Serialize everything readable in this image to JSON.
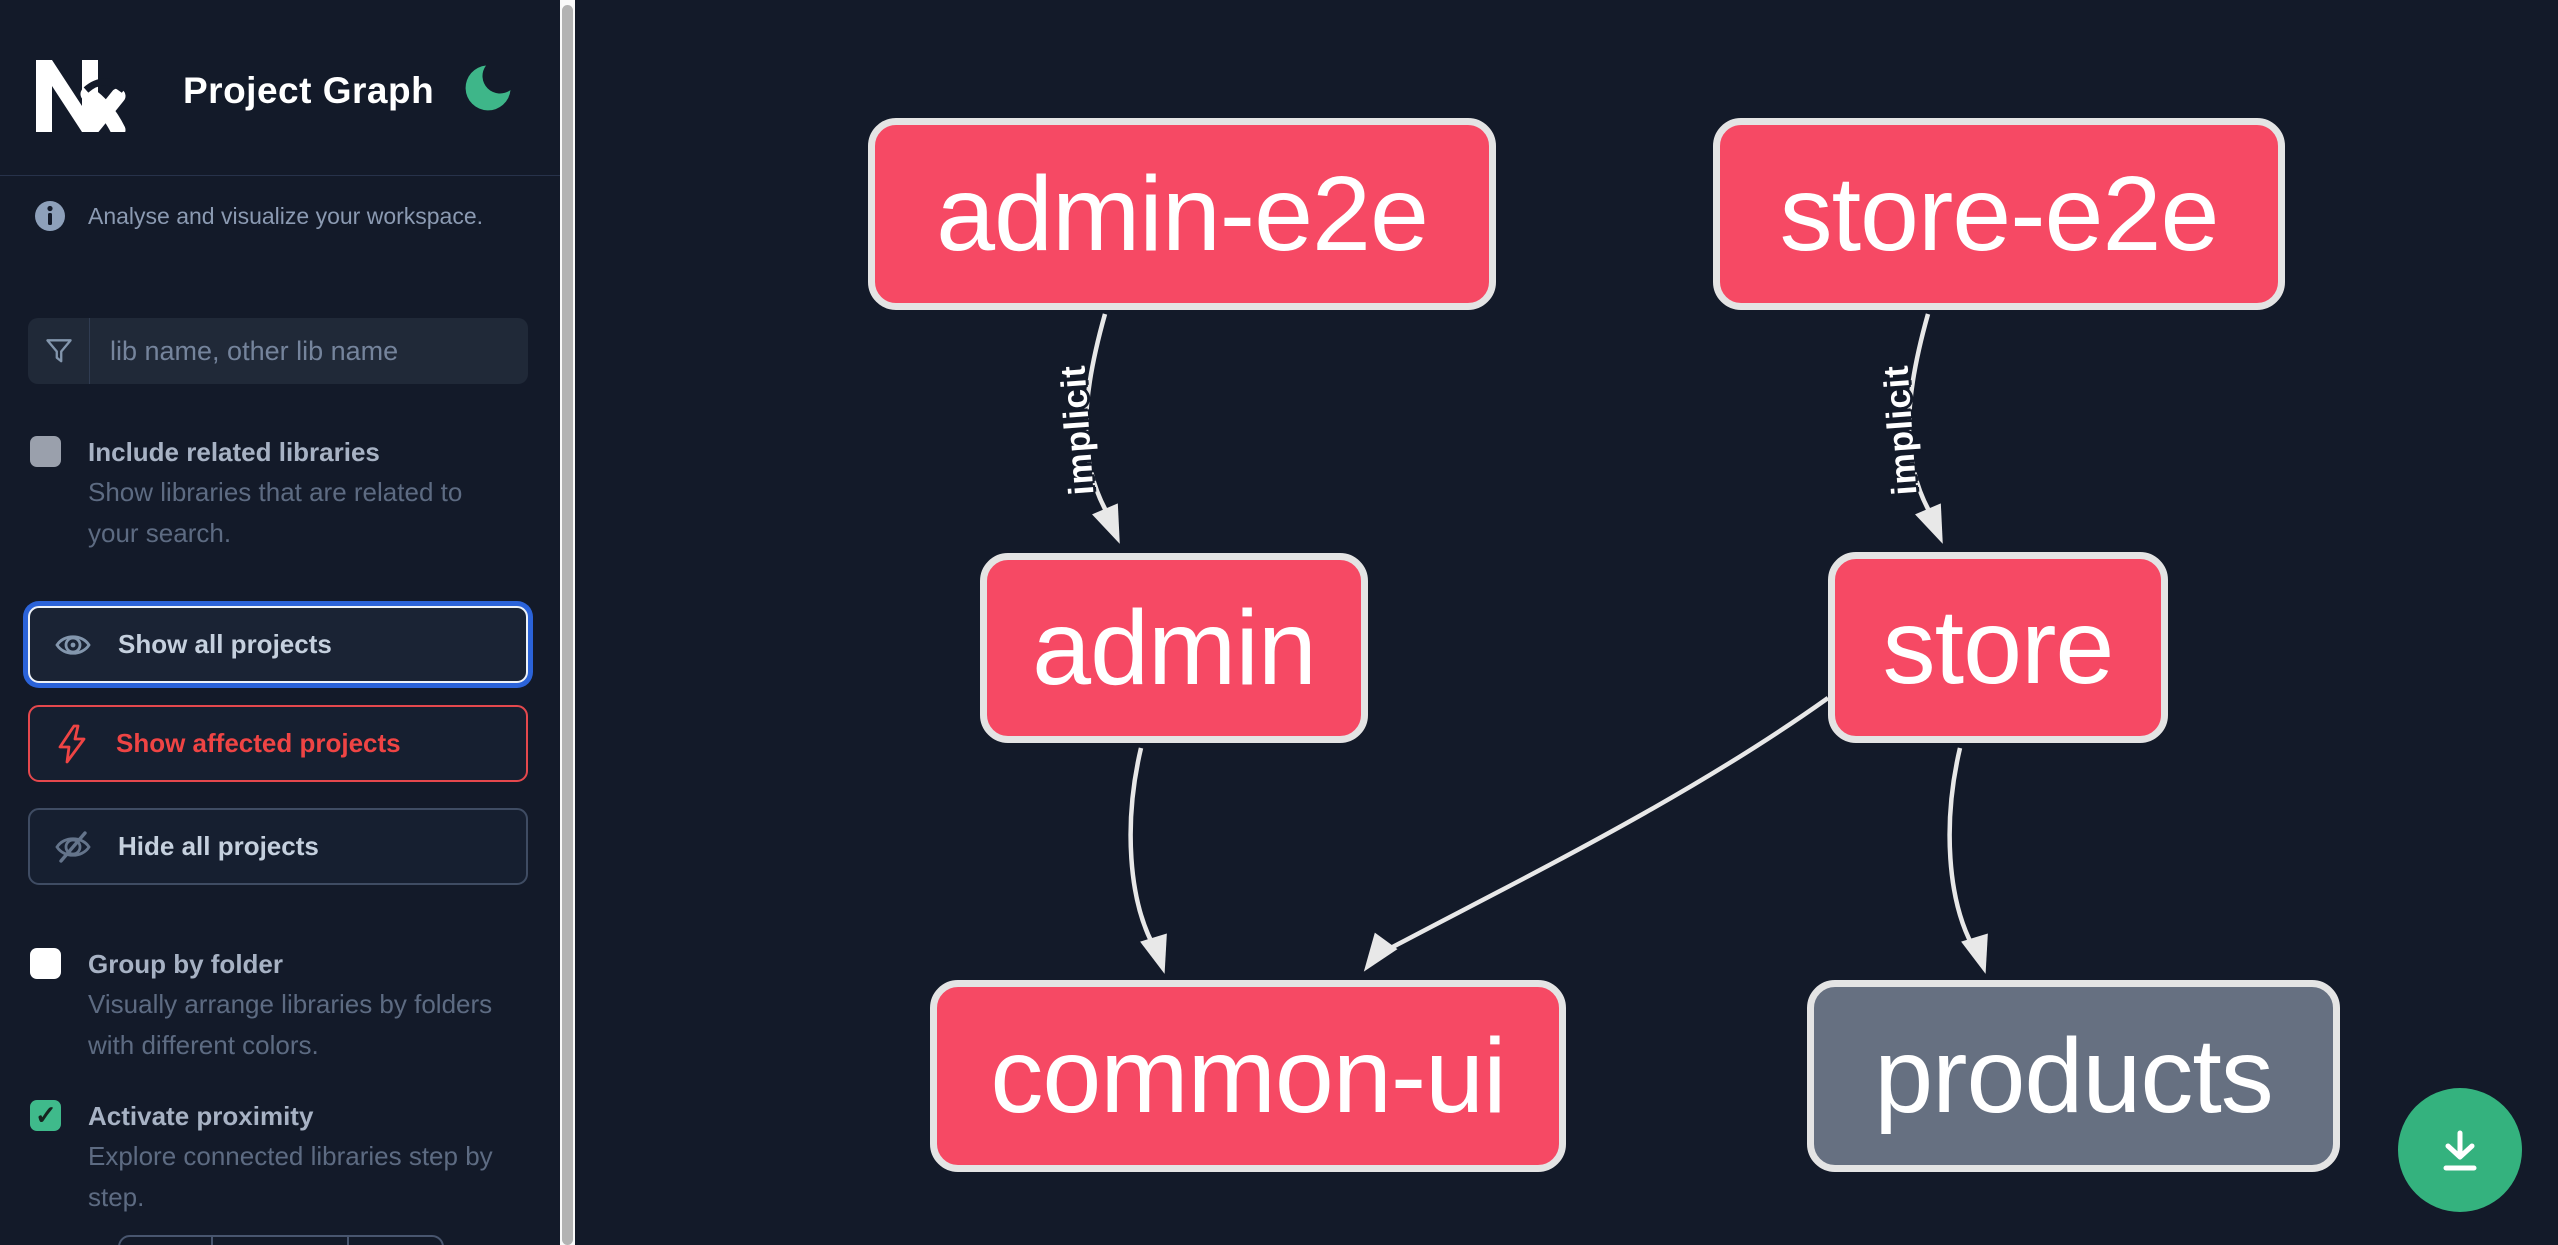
{
  "app": {
    "title": "Project Graph"
  },
  "sidebar": {
    "tagline": "Analyse and visualize your workspace.",
    "search": {
      "placeholder": "lib name, other lib name"
    },
    "toggles": [
      {
        "label": "Include related libraries",
        "description": "Show libraries that are related to your search.",
        "checked": false
      },
      {
        "label": "Group by folder",
        "description": "Visually arrange libraries by folders with different colors.",
        "checked": false
      },
      {
        "label": "Activate proximity",
        "description": "Explore connected libraries step by step.",
        "checked": true
      }
    ],
    "buttons": [
      {
        "label": "Show all projects",
        "state": "focused"
      },
      {
        "label": "Show affected projects",
        "state": "affected"
      },
      {
        "label": "Hide all projects",
        "state": "default"
      }
    ]
  },
  "graph": {
    "nodes": [
      {
        "id": "admin-e2e",
        "label": "admin-e2e",
        "color": "#f64964"
      },
      {
        "id": "store-e2e",
        "label": "store-e2e",
        "color": "#f64964"
      },
      {
        "id": "admin",
        "label": "admin",
        "color": "#f64964"
      },
      {
        "id": "store",
        "label": "store",
        "color": "#f64964"
      },
      {
        "id": "common-ui",
        "label": "common-ui",
        "color": "#f64964"
      },
      {
        "id": "products",
        "label": "products",
        "color": "#667081"
      }
    ],
    "edges": [
      {
        "from": "admin-e2e",
        "to": "admin",
        "label": "implicit"
      },
      {
        "from": "store-e2e",
        "to": "store",
        "label": "implicit"
      },
      {
        "from": "admin",
        "to": "common-ui",
        "label": ""
      },
      {
        "from": "store",
        "to": "common-ui",
        "label": ""
      },
      {
        "from": "store",
        "to": "products",
        "label": ""
      }
    ]
  },
  "colors": {
    "canvas_bg": "#131a29",
    "node_pink": "#f64964",
    "node_gray": "#667081",
    "node_border": "#e4e4e4",
    "edge": "#e8e8e8",
    "focus_blue": "#2b63d9",
    "affected_red": "#ef4444",
    "moon_green": "#3eb689",
    "download_green": "#34b27e"
  }
}
